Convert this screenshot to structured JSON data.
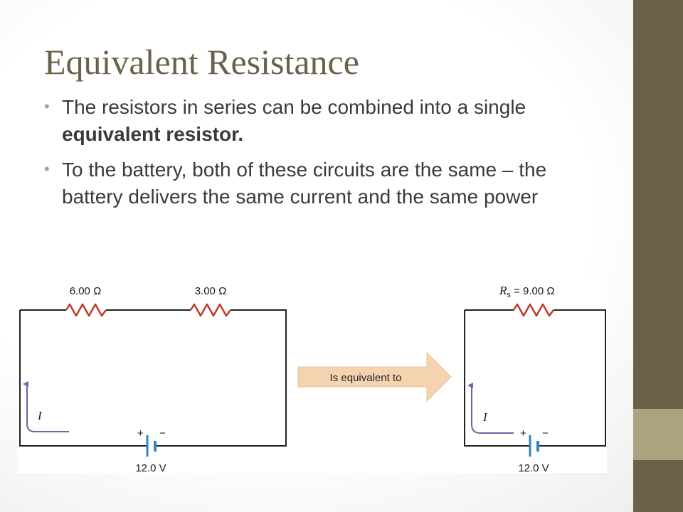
{
  "slide": {
    "title": "Equivalent Resistance",
    "bullets": [
      {
        "pre": "The resistors in series can be combined into a single ",
        "bold": "equivalent resistor.",
        "post": ""
      },
      {
        "pre": "To the battery, both of these circuits are the same – the battery delivers the same current and the same power",
        "bold": "",
        "post": ""
      }
    ]
  },
  "figure": {
    "left_circuit": {
      "r1_label": "6.00 Ω",
      "r2_label": "3.00 Ω",
      "current_label": "I",
      "battery_plus": "+",
      "battery_minus": "−",
      "battery_label": "12.0 V"
    },
    "arrow_label": "Is equivalent to",
    "right_circuit": {
      "rs_symbol": "R",
      "rs_subscript": "s",
      "rs_value": " = 9.00 Ω",
      "current_label": "I",
      "battery_plus": "+",
      "battery_minus": "−",
      "battery_label": "12.0 V"
    }
  },
  "colors": {
    "sidebar_dark": "#6b6149",
    "sidebar_light": "#a9a47e",
    "resistor": "#c0392b",
    "current_arrow": "#7b5ea7",
    "battery": "#2e86c1",
    "arrow_fill": "#f6d3b0"
  }
}
